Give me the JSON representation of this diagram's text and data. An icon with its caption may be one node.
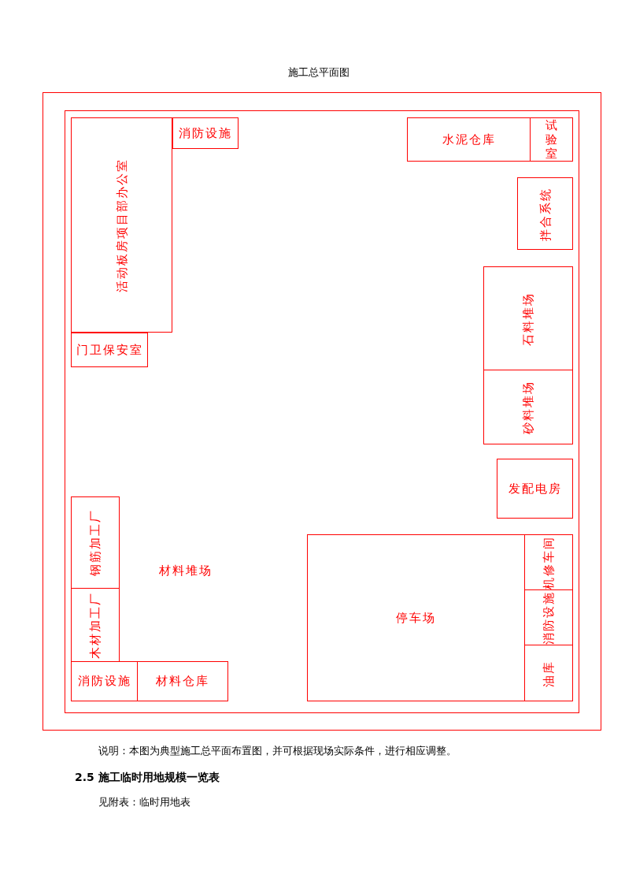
{
  "diagram": {
    "title": "施工总平面图",
    "nodes": [
      {
        "text": [],
        "shape": "box"
      },
      {
        "text": [],
        "shape": "box",
        "in": 0
      },
      {
        "text": [
          "活动板房项目部办公室"
        ],
        "in": 1
      },
      {
        "text": [
          "消防设施"
        ],
        "in": 1
      },
      {
        "text": [
          "门卫保安室"
        ],
        "in": 1
      },
      {
        "text": [
          "水泥仓库"
        ],
        "in": 1
      },
      {
        "text": [
          "试验室"
        ],
        "in": 1
      },
      {
        "text": [
          "拌合系统"
        ],
        "in": 1
      },
      {
        "text": [
          "石料堆场"
        ],
        "in": 1
      },
      {
        "text": [
          "砂料堆场"
        ],
        "in": 1
      },
      {
        "text": [
          "发配电房"
        ],
        "in": 1
      },
      {
        "text": [
          "钢筋加工厂"
        ],
        "in": 1
      },
      {
        "text": [
          "木材加工厂"
        ],
        "in": 1
      },
      {
        "text": [
          "消防设施"
        ],
        "in": 1
      },
      {
        "text": [
          "材料仓库"
        ],
        "in": 1
      },
      {
        "text": [
          "停车场"
        ],
        "in": 1
      },
      {
        "text": [
          "机修车间"
        ],
        "in": 1
      },
      {
        "text": [
          "消防设施"
        ],
        "in": 1
      },
      {
        "text": [
          "油库"
        ],
        "in": 1
      }
    ],
    "edges": [],
    "labels": [
      "材料堆场",
      "说明：本图为典型施工总平面布置图，并可根据现场实际条件，进行相应调整。",
      "2.5 施工临时用地规模一览表",
      "见附表：临时用地表"
    ]
  }
}
